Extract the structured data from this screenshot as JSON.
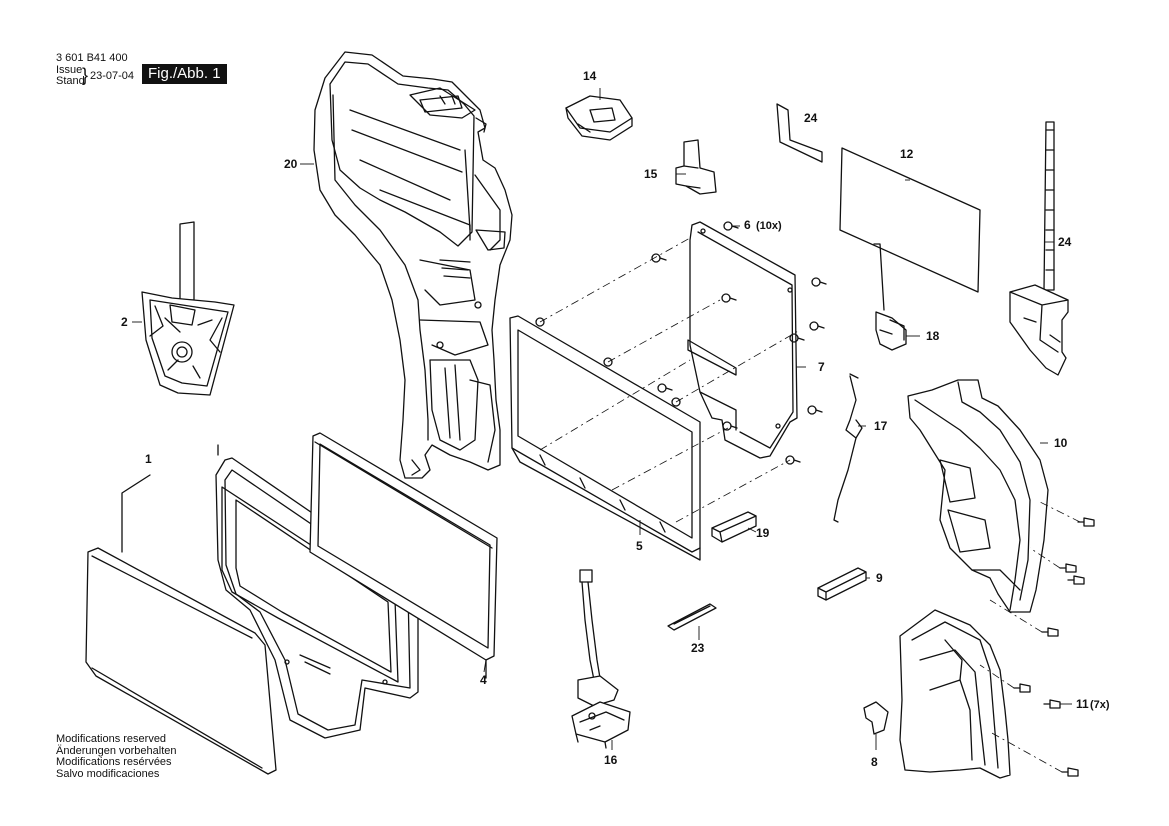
{
  "header": {
    "drawing_number": "3 601 B41 400",
    "issue_label": "Issue",
    "stand_label": "Stand",
    "brace": "}",
    "date": "23-07-04",
    "figure_label": "Fig./Abb. 1"
  },
  "notes": [
    "Modifications reserved",
    "Änderungen vorbehalten",
    "Modifications resérvées",
    "Salvo modificaciones"
  ],
  "callouts": {
    "p1": "1",
    "p2": "2",
    "p4": "4",
    "p5": "5",
    "p6": "6",
    "p6_qty": "(10x)",
    "p7": "7",
    "p8": "8",
    "p9": "9",
    "p10": "10",
    "p11": "11",
    "p11_qty": "(7x)",
    "p12": "12",
    "p14": "14",
    "p15": "15",
    "p16": "16",
    "p17": "17",
    "p18": "18",
    "p19": "19",
    "p20": "20",
    "p23": "23",
    "p24a": "24",
    "p24b": "24"
  },
  "colors": {
    "ink": "#111111",
    "shade": "#d9d9d9",
    "background": "#ffffff"
  }
}
